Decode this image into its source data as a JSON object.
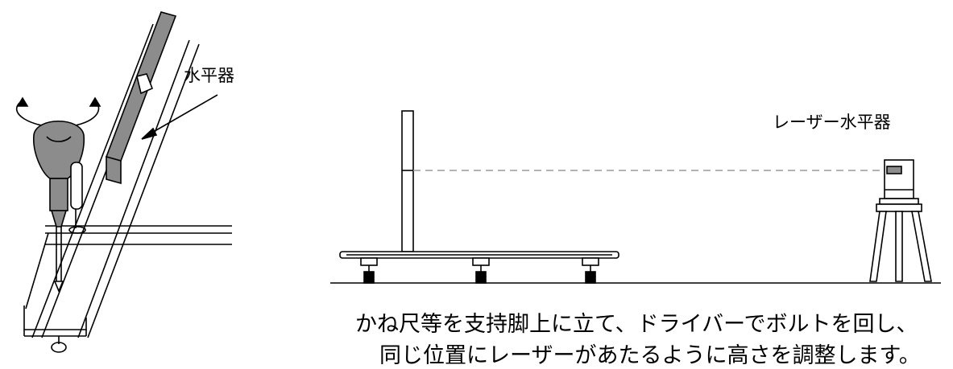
{
  "labels": {
    "spirit_level": "水平器",
    "laser_level": "レーザー水平器"
  },
  "caption": {
    "line1": "かね尺等を支持脚上に立て、ドライバーでボルトを回し、",
    "line2": "同じ位置にレーザーがあたるように高さを調整します。"
  },
  "colors": {
    "stroke": "#000000",
    "level_fill": "#8c8c8c",
    "laser_line": "#9a9a9a",
    "handle_fill": "#8c8c8c"
  },
  "icons": [
    "rotation-arrow-icon",
    "screwdriver-icon",
    "spirit-level-icon",
    "laser-level-icon",
    "tripod-icon",
    "leveling-foot-icon"
  ]
}
